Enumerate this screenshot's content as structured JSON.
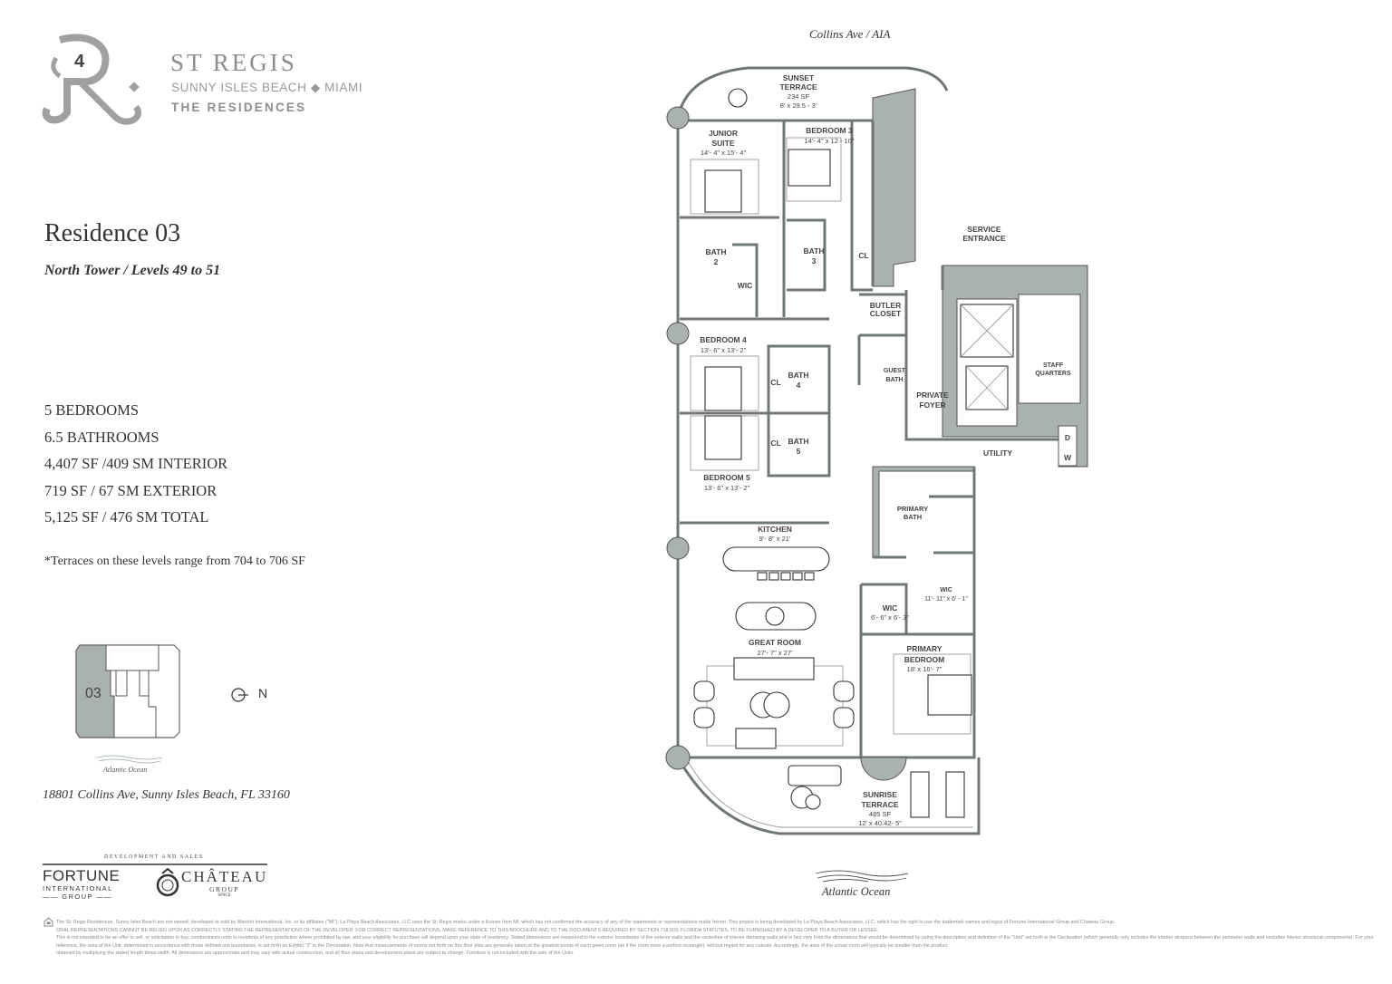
{
  "branding": {
    "logo_monogram": "SR",
    "brand_name": "ST REGIS",
    "location_line": "SUNNY ISLES BEACH ◆ MIAMI",
    "product_line": "THE RESIDENCES"
  },
  "residence": {
    "title": "Residence 03",
    "subtitle": "North Tower / Levels 49 to 51",
    "specs": [
      "5 BEDROOMS",
      "6.5 BATHROOMS",
      "4,407 SF /409 SM INTERIOR",
      "719 SF / 67 SM EXTERIOR",
      "5,125 SF / 476 SM TOTAL"
    ],
    "terrace_note": "*Terraces on these levels range from 704 to 706 SF",
    "address": "18801 Collins Ave, Sunny Isles Beach, FL 33160"
  },
  "key_plan": {
    "unit_label": "03",
    "ocean_label": "Atlantic Ocean",
    "north_label": "N",
    "unit_color": "#a9b2af"
  },
  "plan": {
    "street_label": "Collins Ave / AIA",
    "ocean_label": "Atlantic Ocean",
    "wall_color": "#a9b2af",
    "rooms": {
      "sunset_terrace": {
        "name1": "SUNSET",
        "name2": "TERRACE",
        "area": "234 SF",
        "dims": "8' x 29.5 - 3'"
      },
      "junior_suite": {
        "name1": "JUNIOR",
        "name2": "SUITE",
        "dims": "14'- 4\" x 15'- 4\""
      },
      "bedroom_3": {
        "name": "BEDROOM 3",
        "dims": "14'- 4\" x 12 - 10\""
      },
      "bath_2": {
        "name1": "BATH",
        "name2": "2"
      },
      "bath_3": {
        "name1": "BATH",
        "name2": "3"
      },
      "wic_1": {
        "name": "WIC"
      },
      "cl_1": {
        "name": "CL"
      },
      "service_entrance": {
        "name1": "SERVICE",
        "name2": "ENTRANCE"
      },
      "butler_closet": {
        "name1": "BUTLER",
        "name2": "CLOSET"
      },
      "guest_bath": {
        "name1": "GUEST",
        "name2": "BATH"
      },
      "private_foyer": {
        "name1": "PRIVATE",
        "name2": "FOYER"
      },
      "staff_quarters": {
        "name1": "STAFF",
        "name2": "QUARTERS"
      },
      "utility": {
        "name": "UTILITY",
        "dryer": "D",
        "washer": "W"
      },
      "bedroom_4": {
        "name": "BEDROOM 4",
        "dims": "13'- 6\" x 13'- 2\""
      },
      "bath_4": {
        "name1": "BATH",
        "name2": "4"
      },
      "cl_4": {
        "name": "CL"
      },
      "bedroom_5": {
        "name": "BEDROOM 5",
        "dims": "13'- 6\" x 13'- 2\""
      },
      "bath_5": {
        "name1": "BATH",
        "name2": "5"
      },
      "cl_5": {
        "name": "CL"
      },
      "primary_bath": {
        "name1": "PRIMARY",
        "name2": "BATH"
      },
      "kitchen": {
        "name": "KITCHEN",
        "dims": "9'- 8\" x 21'"
      },
      "wic_primary_1": {
        "name": "WIC",
        "dims": "11'- 11\" x 6' - 1\""
      },
      "wic_primary_2": {
        "name": "WIC",
        "dims": "6'- 6\" x 6'- 3\""
      },
      "great_room": {
        "name": "GREAT ROOM",
        "dims": "27'- 7\" x 27'"
      },
      "primary_bedroom": {
        "name1": "PRIMARY",
        "name2": "BEDROOM",
        "dims": "18' x 16'- 7\""
      },
      "sunrise_terrace": {
        "name1": "SUNRISE",
        "name2": "TERRACE",
        "area": "485 SF",
        "dims": "12' x 40.42- 5\""
      }
    }
  },
  "developers": {
    "heading": "DEVELOPMENT AND SALES",
    "fortune": {
      "line1": "FORTUNE",
      "line2": "INTERNATIONAL",
      "line3": "—— GROUP ——"
    },
    "chateau": {
      "line1": "CHÂTEAU",
      "line2": "GROUP",
      "line3": "SINCE"
    }
  },
  "disclaimer": [
    "The St. Regis Residences, Sunny Isles Beach are not owned, developed or sold by Marriott International, Inc. or its affiliates (\"MI\"). La Playa Beach Associates, LLC uses the St. Regis marks under a license from MI, which has not confirmed the accuracy of any of the statements or representations made herein. This project is being developed by La Playa Beach Associates, LLC, which has the right to use the trademark names and logos of Fortune International Group and Chateau Group.",
    "ORAL REPRESENTATIONS CANNOT BE RELIED UPON AS CORRECTLY STATING THE REPRESENTATIONS OF THE DEVELOPER. FOR CORRECT REPRESENTATIONS, MAKE REFERENCE TO THIS BROCHURE AND TO THE DOCUMENTS REQUIRED BY SECTION 718.503, FLORIDA STATUTES, TO BE FURNISHED BY A DEVELOPER TO A BUYER OR LESSEE.",
    "This is not intended to be an offer to sell, or solicitation to buy, condominium units to residents of any jurisdiction where prohibited by law, and your eligibility for purchase will depend upon your state of residency. Stated dimensions are measured to the exterior boundaries of the exterior walls and the centerline of interior demising walls and in fact vary from the dimensions that would be determined by using the description and definition of the \"Unit\" set forth in the Declaration (which generally only includes the interior airspace between the perimeter walls and excludes interior structural components). For your reference, the area of the Unit, determined in accordance with those defined unit boundaries, is set forth on Exhibit \"3\" to the Declaration. Note that measurements of rooms set forth on this floor plan are generally taken at the greatest points of each given room (as if the room were a perfect rectangle), without regard for any cutouts. Accordingly, the area of the actual room will typically be smaller than the product",
    "obtained by multiplying the stated length times width. All dimensions are approximate and may vary with actual construction, and all floor plans and development plans are subject to change. Furniture is not included with the sale of the Units."
  ]
}
